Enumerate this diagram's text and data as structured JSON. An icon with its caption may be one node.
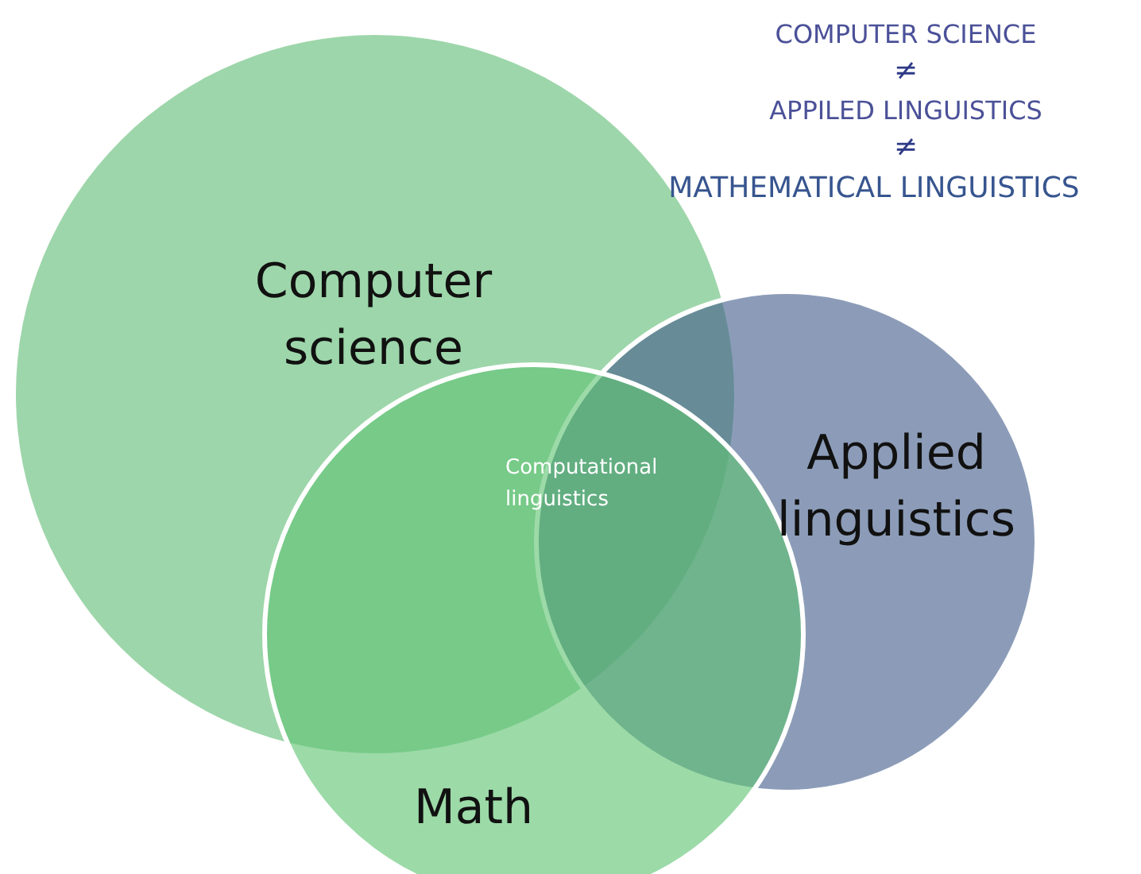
{
  "diagram": {
    "nodes": [
      {
        "text": [
          "Computer science"
        ]
      },
      {
        "text": [
          "Applied linguistics"
        ]
      },
      {
        "text": [
          "Math"
        ]
      }
    ],
    "edges": [],
    "labels": [
      "COMPUTER SCIENCE",
      "≠",
      "APPILED LINGUISTICS",
      "≠",
      "MATHEMATICAL LINGUISTICS",
      "Computational linguistics"
    ]
  }
}
